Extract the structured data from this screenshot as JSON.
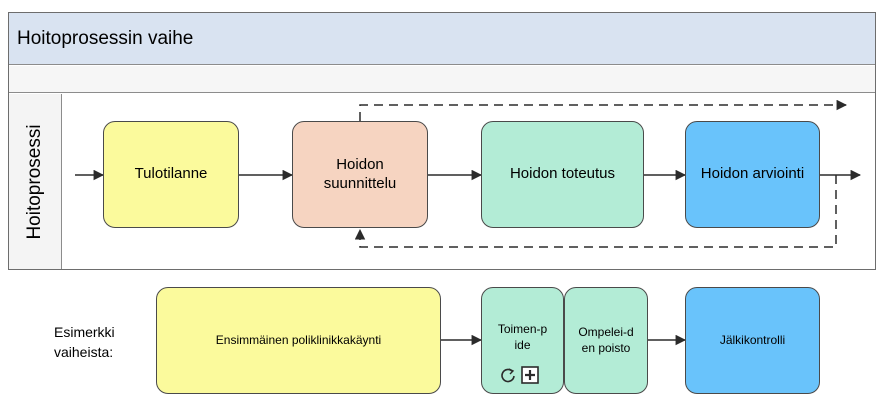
{
  "header": {
    "title": "Hoitoprosessin vaihe"
  },
  "lane": {
    "label": "Hoitoprosessi"
  },
  "phases": [
    {
      "label": "Tulotilanne"
    },
    {
      "label": "Hoidon suunnittelu"
    },
    {
      "label": "Hoidon toteutus"
    },
    {
      "label": "Hoidon arviointi"
    }
  ],
  "examples": {
    "label": "Esimerkki vaiheista:",
    "steps": [
      {
        "label": "Ensimmäinen poliklinikkakäynti"
      },
      {
        "label": "Toimen-pide"
      },
      {
        "label": "Ompelei-den poisto"
      },
      {
        "label": "Jälkikontrolli"
      }
    ],
    "toimenpide_icons": [
      "loop-icon",
      "plus-box-icon"
    ]
  },
  "colors": {
    "header": "#d9e3f1",
    "yellow": "#fbfa9c",
    "salmon": "#f6d4c1",
    "mint": "#b3ecd6",
    "blue": "#69c3fb",
    "border": "#4a4a4a"
  }
}
